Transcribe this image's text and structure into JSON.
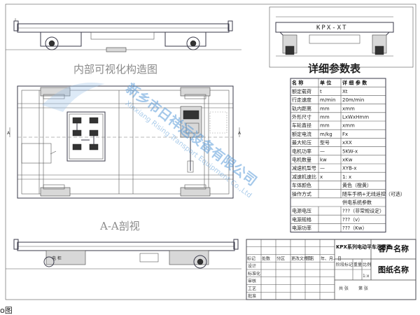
{
  "labels": {
    "internal_view": "内部可视化构造图",
    "section_view": "A-A剖视",
    "params_title": "详细参数表",
    "model": "KPX-XT",
    "bottom_tab": "o图"
  },
  "params_table": {
    "headers": [
      "名 称",
      "单 位",
      "详 细 参 数"
    ],
    "rows": [
      [
        "额定载荷",
        "t",
        "Xt"
      ],
      [
        "行走速度",
        "m/min",
        "20m/min"
      ],
      [
        "轨内距离",
        "mm",
        "xmm"
      ],
      [
        "外形尺寸",
        "mm",
        "LxWxHmm"
      ],
      [
        "车轮直径",
        "mm",
        "xmm"
      ],
      [
        "额定电流",
        "m/kg",
        "Fx"
      ],
      [
        "最大轮压",
        "型号",
        "xXX"
      ],
      [
        "电机功率",
        "—",
        "5KW-x"
      ],
      [
        "电机数量",
        "kw",
        "xKw"
      ],
      [
        "减速机型号",
        "—",
        "XYB-x"
      ],
      [
        "减速机速比",
        "x",
        "1: x"
      ],
      [
        "车体颜色",
        "",
        "黄色（橙黄）"
      ],
      [
        "操作方式",
        "",
        "随车手柄+无线遥控（可选）"
      ],
      [
        "",
        "",
        "供电系统参数"
      ],
      [
        "电源电压",
        "",
        "???（非常规设定）"
      ],
      [
        "电源规格",
        "",
        "???（v）"
      ],
      [
        "电源功率",
        "",
        "???（Kw）"
      ]
    ]
  },
  "title_block": {
    "drawing_title": "KPX系列电动平车示意图",
    "customer_name": "客户名称",
    "drawing_name": "图纸名称",
    "row_labels": [
      "标记",
      "处数",
      "分区",
      "更改文件号",
      "签名",
      "年、月、日"
    ],
    "roles": [
      "设计",
      "标准化",
      "审核",
      "工艺",
      "批准"
    ],
    "meta_headers": [
      "阶段标记",
      "重量",
      "比例"
    ],
    "ratio": "1:x",
    "sheet": [
      "共 张",
      "第 张"
    ]
  },
  "watermark": {
    "company": "新乡市日祥运设备有限公司",
    "english": "Xinxiang Rising Transport Equipment Co.,Ltd"
  },
  "annotations": {
    "panel_label": "电 柜"
  }
}
